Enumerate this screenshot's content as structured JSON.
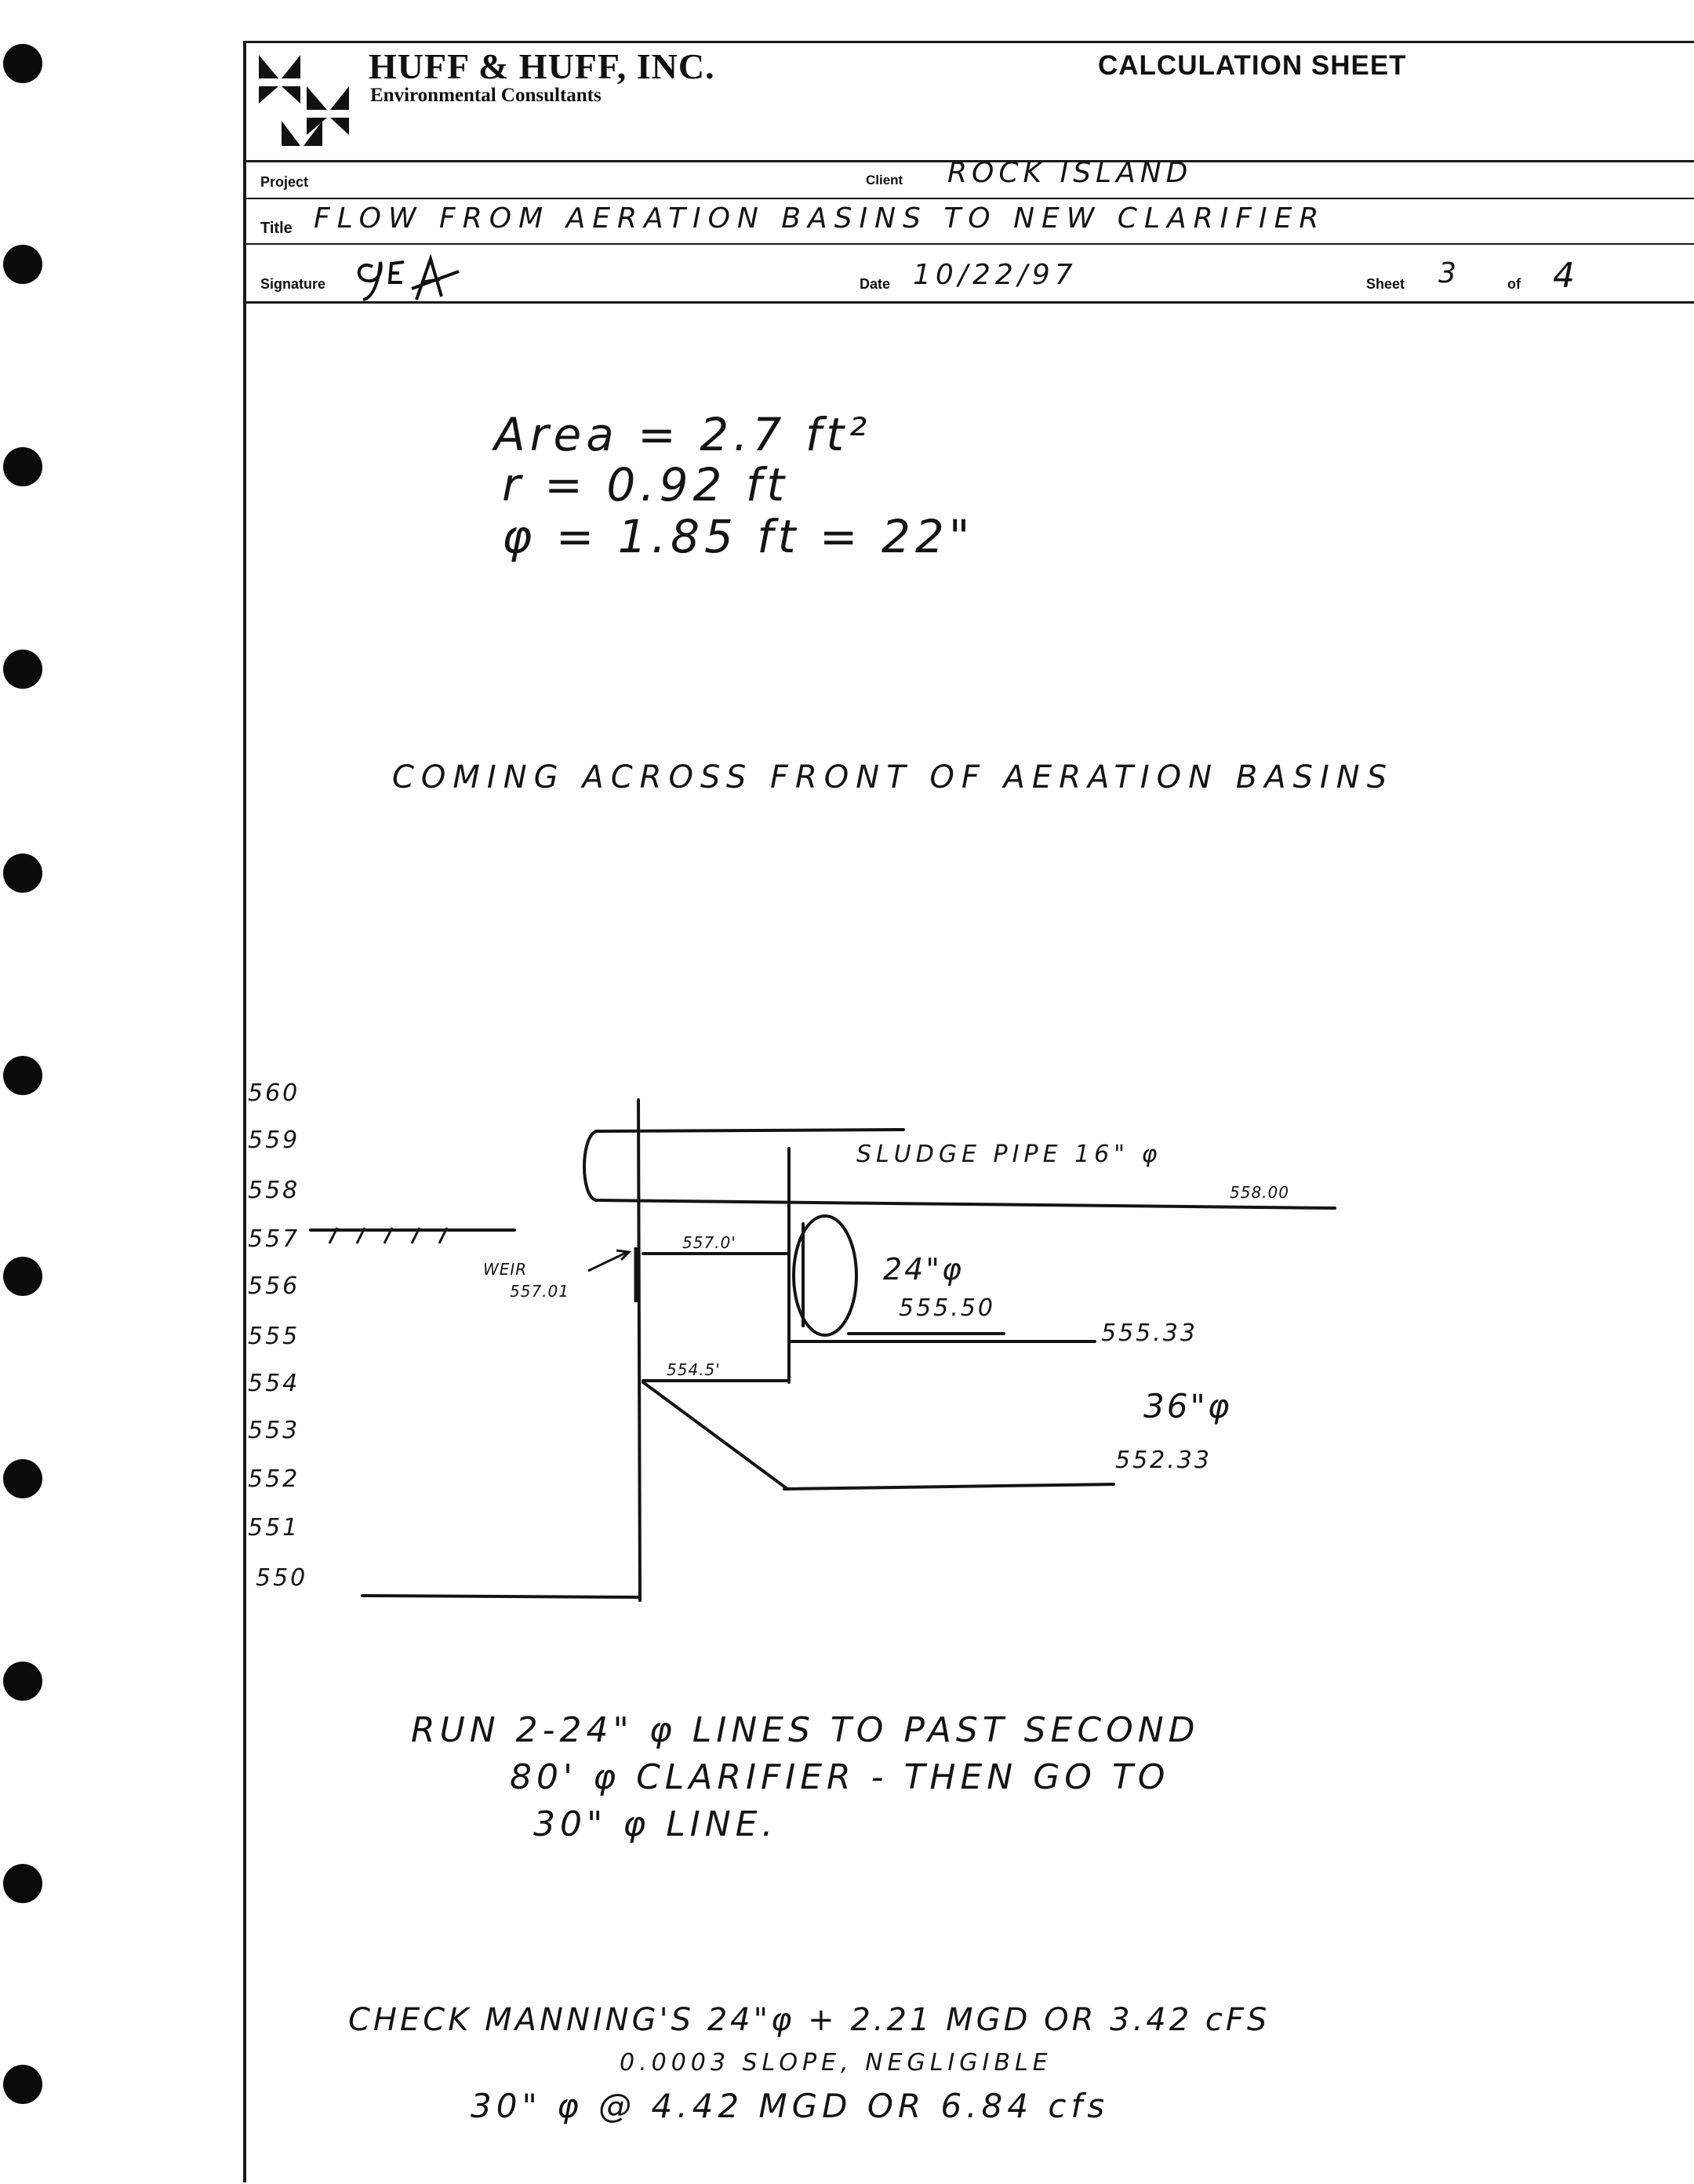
{
  "header": {
    "company": "HUFF & HUFF, INC.",
    "subtitle": "Environmental Consultants",
    "sheet_type": "CALCULATION SHEET"
  },
  "fields": {
    "project_label": "Project",
    "project_value": "",
    "client_label": "Client",
    "client_value": "ROCK ISLAND",
    "title_label": "Title",
    "title_value": "FLOW FROM AERATION BASINS TO NEW CLARIFIER",
    "signature_label": "Signature",
    "date_label": "Date",
    "date_value": "10/22/97",
    "sheet_label": "Sheet",
    "sheet_number": "3",
    "of_label": "of",
    "sheet_total": "4"
  },
  "calc": {
    "area": "Area = 2.7 ft²",
    "radius": "r = 0.92 ft",
    "diameter": "φ = 1.85 ft = 22\""
  },
  "section_heading": "COMING ACROSS FRONT OF AERATION BASINS",
  "diagram": {
    "elevations": [
      "560",
      "559",
      "558",
      "557",
      "556",
      "555",
      "554",
      "553",
      "552",
      "551",
      "550"
    ],
    "sludge_pipe": "SLUDGE PIPE 16\" φ",
    "sludge_elev": "558.00",
    "weir_label": "WEIR",
    "weir_elev": "557.01",
    "top_elev": "557.0'",
    "step_elev": "554.5'",
    "pipe24": "24\"φ",
    "pipe24_elev": "555.50",
    "elev_555_33": "555.33",
    "pipe36": "36\"φ",
    "elev_552_33": "552.33"
  },
  "notes": {
    "run_line1": "RUN 2-24\" φ LINES TO PAST SECOND",
    "run_line2": "80' φ CLARIFIER - THEN GO TO",
    "run_line3": "30\" φ LINE.",
    "check_line1": "CHECK MANNING'S 24\"φ + 2.21 MGD OR 3.42 cFS",
    "check_line2": "0.0003 SLOPE, NEGLIGIBLE",
    "check_line3": "30\" φ @ 4.42 MGD OR 6.84 cfs"
  },
  "colors": {
    "ink": "#141414",
    "paper": "#ffffff"
  }
}
